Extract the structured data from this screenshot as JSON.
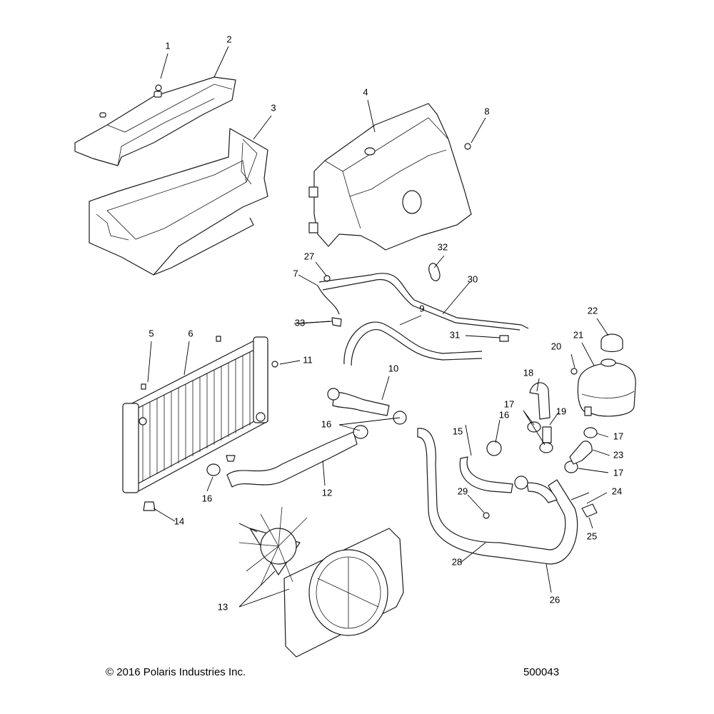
{
  "callouts": [
    "1",
    "2",
    "3",
    "4",
    "5",
    "6",
    "7",
    "8",
    "9",
    "10",
    "11",
    "12",
    "13",
    "14",
    "15",
    "16",
    "17",
    "18",
    "19",
    "20",
    "21",
    "22",
    "23",
    "24",
    "25",
    "26",
    "27",
    "28",
    "29",
    "30",
    "31",
    "32",
    "33"
  ],
  "copyright": "© 2016 Polaris Industries Inc.",
  "diagram_number": "500043"
}
